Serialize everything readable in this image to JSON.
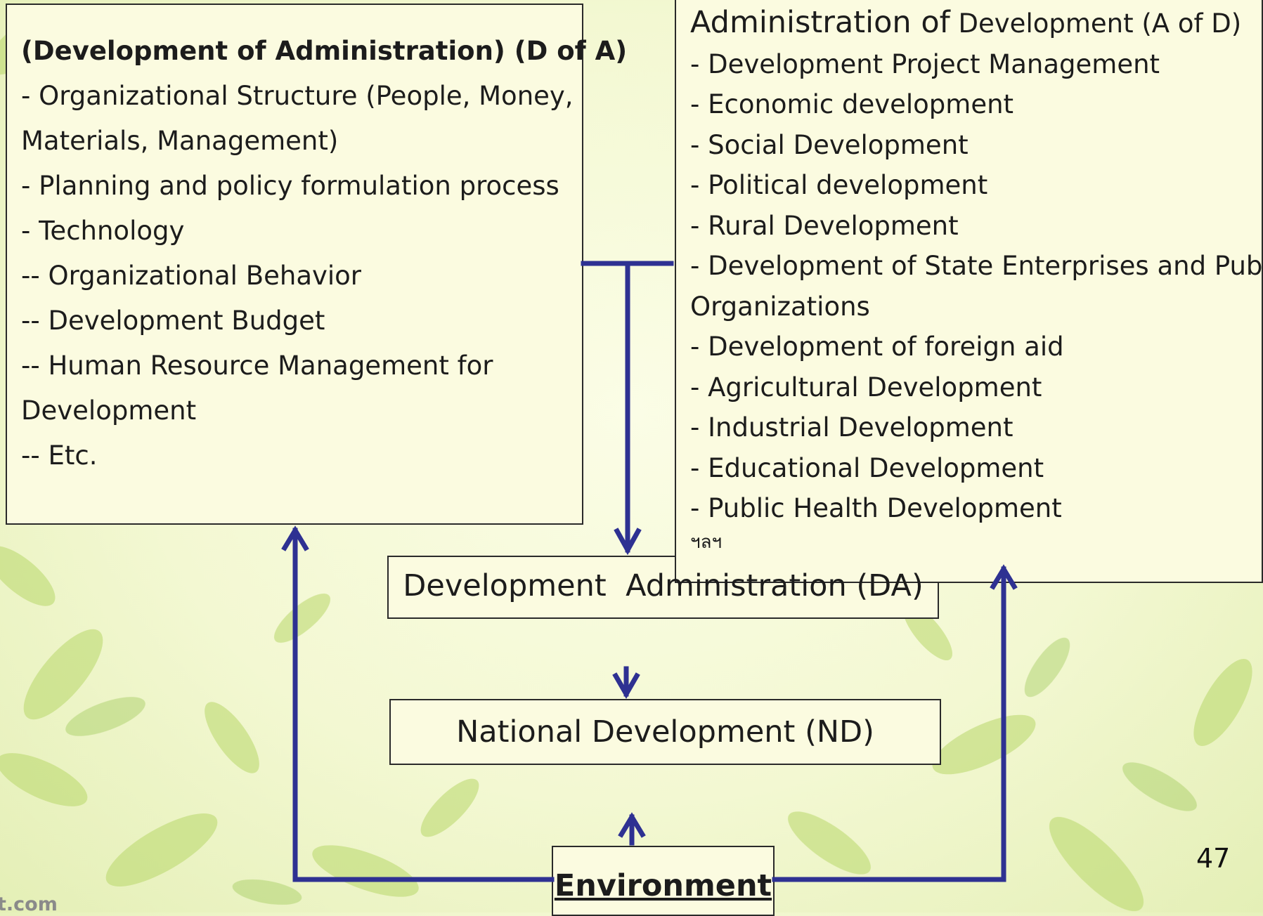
{
  "d_of_a": {
    "title": "(Development of Administration) (D of A)",
    "items": [
      "- Organizational Structure (People, Money,",
      "Materials, Management)",
      "- Planning and policy formulation process",
      "- Technology",
      "-- Organizational Behavior",
      "-- Development Budget",
      "-- Human Resource Management for",
      "Development",
      "-- Etc."
    ]
  },
  "a_of_d": {
    "title_part1": "Administration of",
    "title_part2": "Development (A of D)",
    "items": [
      "- Development Project Management",
      "- Economic development",
      "- Social Development",
      "- Political development",
      "- Rural Development",
      "- Development of State Enterprises and Public",
      "Organizations",
      "- Development of foreign aid",
      "- Agricultural Development",
      "- Industrial Development",
      "- Educational Development",
      "- Public Health Development"
    ],
    "thai_etc": "ฯลฯ"
  },
  "da": {
    "label": "Development  Administration (DA)"
  },
  "nd": {
    "label": "National Development (ND)"
  },
  "environment": {
    "label": "Environment"
  },
  "page_number": "47",
  "watermark": "t.com",
  "colors": {
    "arrow": "#2e3192",
    "box_border": "#2a2a2a",
    "box_fill": "#fbfbe0"
  }
}
